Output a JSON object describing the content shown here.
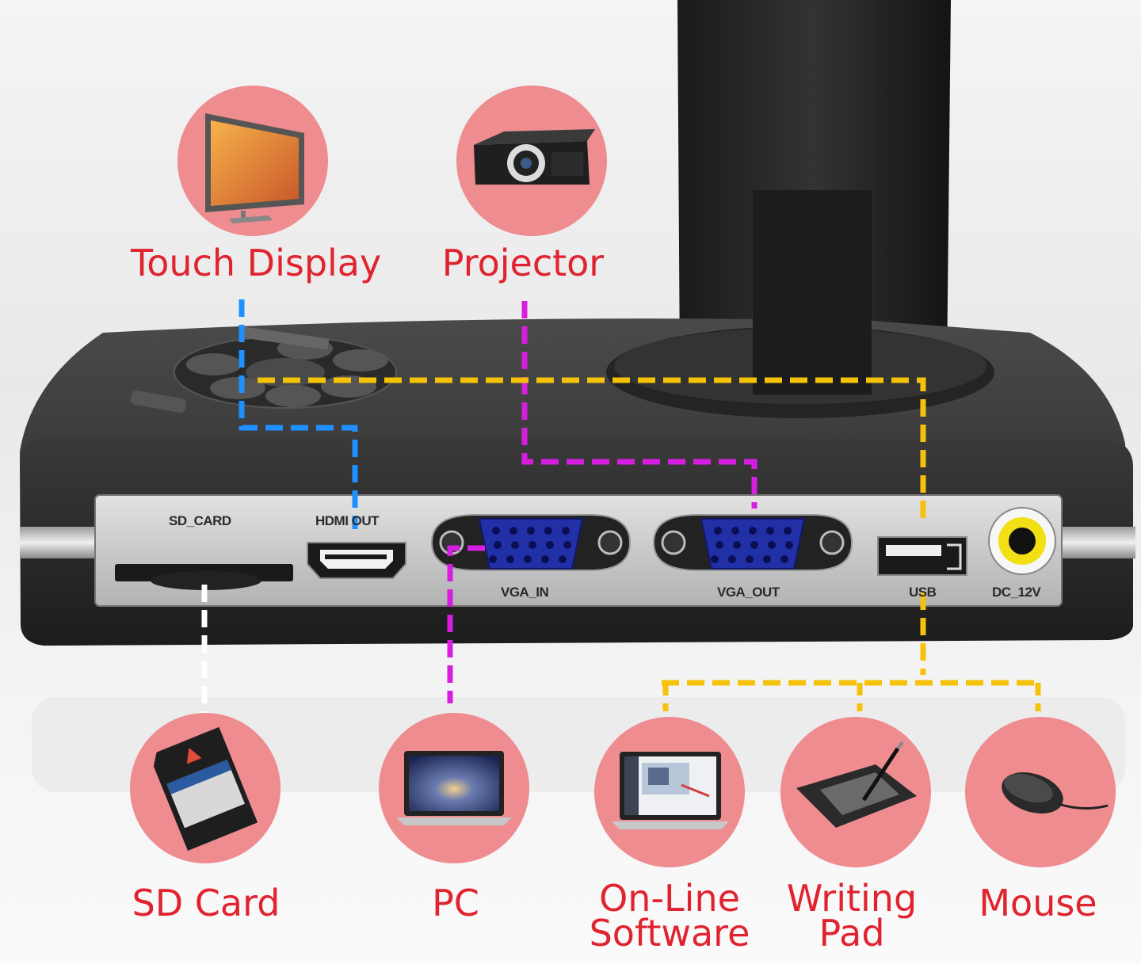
{
  "devices": {
    "touch_display": "Touch Display",
    "projector": "Projector",
    "sd_card": "SD Card",
    "pc": "PC",
    "online_software_line1": "On-Line",
    "online_software_line2": "Software",
    "writing_pad_line1": "Writing",
    "writing_pad_line2": "Pad",
    "mouse": "Mouse"
  },
  "ports": {
    "sd_card": "SD_CARD",
    "hdmi_out": "HDMI OUT",
    "vga_in": "VGA_IN",
    "vga_out": "VGA_OUT",
    "usb": "USB",
    "dc_12v": "DC_12V"
  },
  "colors": {
    "label_red": "#e0232f",
    "circle_pink": "#ee8c8f",
    "line_blue": "#1e90ff",
    "line_magenta": "#d61ee0",
    "line_yellow": "#f5c20a",
    "line_white": "#ffffff",
    "device_body": "#2b2b2b",
    "vga_blue": "#2230a8"
  },
  "icons": [
    "monitor-icon",
    "projector-icon",
    "sd-card-icon",
    "laptop-icon",
    "software-laptop-icon",
    "writing-pad-icon",
    "mouse-icon"
  ]
}
